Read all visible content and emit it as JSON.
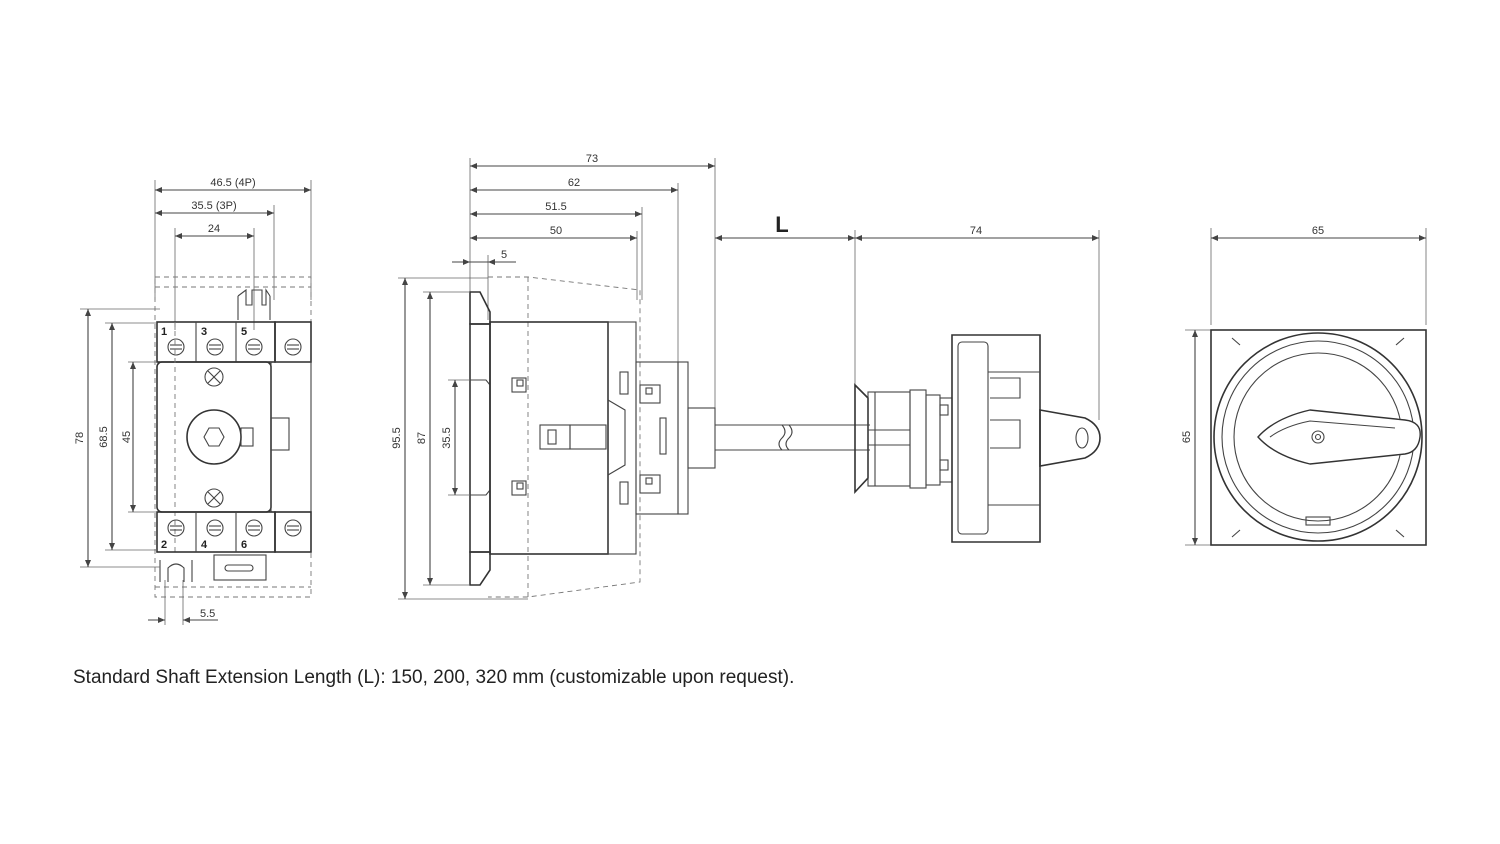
{
  "front_view": {
    "width_4p": "46.5 (4P)",
    "width_3p": "35.5 (3P)",
    "pitch_24": "24",
    "height_78": "78",
    "height_68_5": "68.5",
    "height_45": "45",
    "slot_5_5": "5.5",
    "terminals_top": [
      "1",
      "3",
      "5"
    ],
    "terminals_bottom": [
      "2",
      "4",
      "6"
    ]
  },
  "side_view": {
    "depth_73": "73",
    "depth_62": "62",
    "depth_51_5": "51.5",
    "depth_50": "50",
    "offset_5": "5",
    "height_95_5": "95.5",
    "height_87": "87",
    "height_35_5": "35.5"
  },
  "shaft": {
    "length_label": "L",
    "handle_depth_74": "74"
  },
  "handle_view": {
    "width_65": "65",
    "height_65": "65"
  },
  "footnote": "Standard Shaft Extension Length (L): 150, 200, 320 mm (customizable upon request)."
}
